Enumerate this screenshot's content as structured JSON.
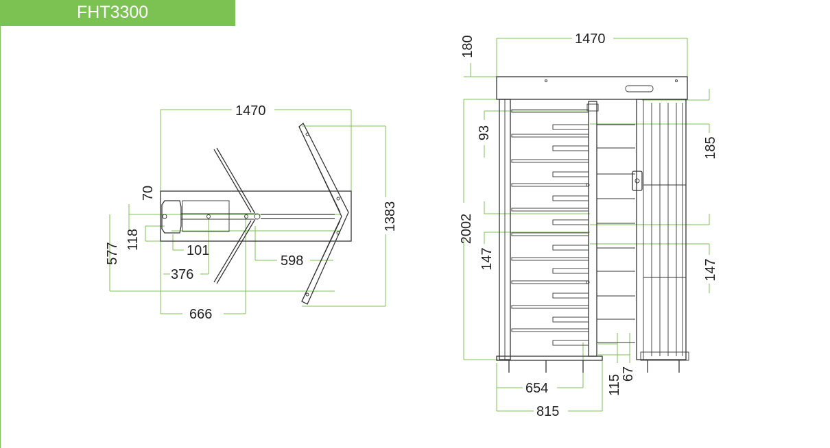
{
  "title": "FHT3300",
  "colors": {
    "accent": "#7cc253",
    "outline": "#333333",
    "text": "#222222"
  },
  "top_view": {
    "width": "1470",
    "arm_span": "1383",
    "depth_70": "70",
    "dim_577": "577",
    "dim_118": "118",
    "dim_101": "101",
    "dim_376": "376",
    "dim_598": "598",
    "dim_666": "666"
  },
  "front_view": {
    "width": "1470",
    "top_180": "180",
    "dim_93": "93",
    "dim_185": "185",
    "height": "2002",
    "dim_147_left": "147",
    "dim_147_right": "147",
    "dim_654": "654",
    "dim_815": "815",
    "dim_115": "115",
    "dim_67": "67"
  }
}
